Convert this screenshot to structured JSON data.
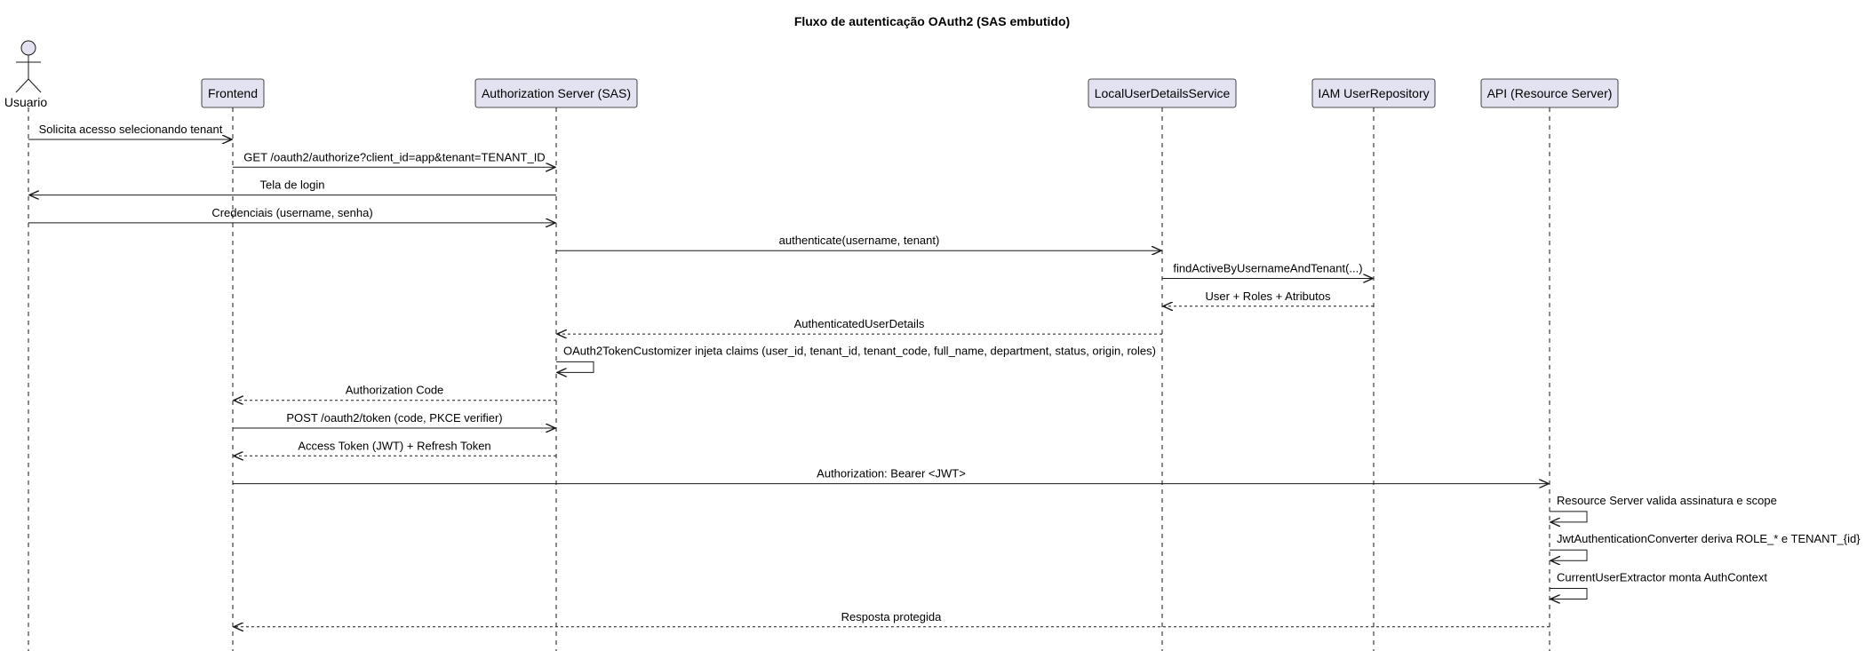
{
  "title": "Fluxo de autenticação OAuth2 (SAS embutido)",
  "colors": {
    "box_fill": "#E2E2F0",
    "box_stroke": "#181818",
    "lifeline": "#181818",
    "text": "#000000"
  },
  "participants": [
    {
      "id": "user",
      "label": "Usuario",
      "kind": "actor"
    },
    {
      "id": "fe",
      "label": "Frontend",
      "kind": "participant"
    },
    {
      "id": "sas",
      "label": "Authorization Server (SAS)",
      "kind": "participant"
    },
    {
      "id": "luds",
      "label": "LocalUserDetailsService",
      "kind": "participant"
    },
    {
      "id": "iam",
      "label": "IAM UserRepository",
      "kind": "participant"
    },
    {
      "id": "api",
      "label": "API (Resource Server)",
      "kind": "participant"
    }
  ],
  "messages": [
    {
      "from": "user",
      "to": "fe",
      "label": "Solicita acesso selecionando tenant",
      "style": "solid"
    },
    {
      "from": "fe",
      "to": "sas",
      "label": "GET /oauth2/authorize?client_id=app&tenant=TENANT_ID",
      "style": "solid"
    },
    {
      "from": "sas",
      "to": "user",
      "label": "Tela de login",
      "style": "solid"
    },
    {
      "from": "user",
      "to": "sas",
      "label": "Credenciais (username, senha)",
      "style": "solid"
    },
    {
      "from": "sas",
      "to": "luds",
      "label": "authenticate(username, tenant)",
      "style": "solid"
    },
    {
      "from": "luds",
      "to": "iam",
      "label": "findActiveByUsernameAndTenant(...)",
      "style": "solid"
    },
    {
      "from": "iam",
      "to": "luds",
      "label": "User + Roles + Atributos",
      "style": "dashed"
    },
    {
      "from": "luds",
      "to": "sas",
      "label": "AuthenticatedUserDetails",
      "style": "dashed"
    },
    {
      "from": "sas",
      "to": "sas",
      "label": "OAuth2TokenCustomizer injeta claims (user_id, tenant_id, tenant_code, full_name, department, status, origin, roles)",
      "style": "solid"
    },
    {
      "from": "sas",
      "to": "fe",
      "label": "Authorization Code",
      "style": "dashed"
    },
    {
      "from": "fe",
      "to": "sas",
      "label": "POST /oauth2/token (code, PKCE verifier)",
      "style": "solid"
    },
    {
      "from": "sas",
      "to": "fe",
      "label": "Access Token (JWT) + Refresh Token",
      "style": "dashed"
    },
    {
      "from": "fe",
      "to": "api",
      "label": "Authorization: Bearer <JWT>",
      "style": "solid"
    },
    {
      "from": "api",
      "to": "api",
      "label": "Resource Server valida assinatura e scope",
      "style": "solid"
    },
    {
      "from": "api",
      "to": "api",
      "label": "JwtAuthenticationConverter deriva ROLE_* e TENANT_{id}",
      "style": "solid"
    },
    {
      "from": "api",
      "to": "api",
      "label": "CurrentUserExtractor monta AuthContext",
      "style": "solid"
    },
    {
      "from": "api",
      "to": "fe",
      "label": "Resposta protegida",
      "style": "dashed"
    }
  ]
}
